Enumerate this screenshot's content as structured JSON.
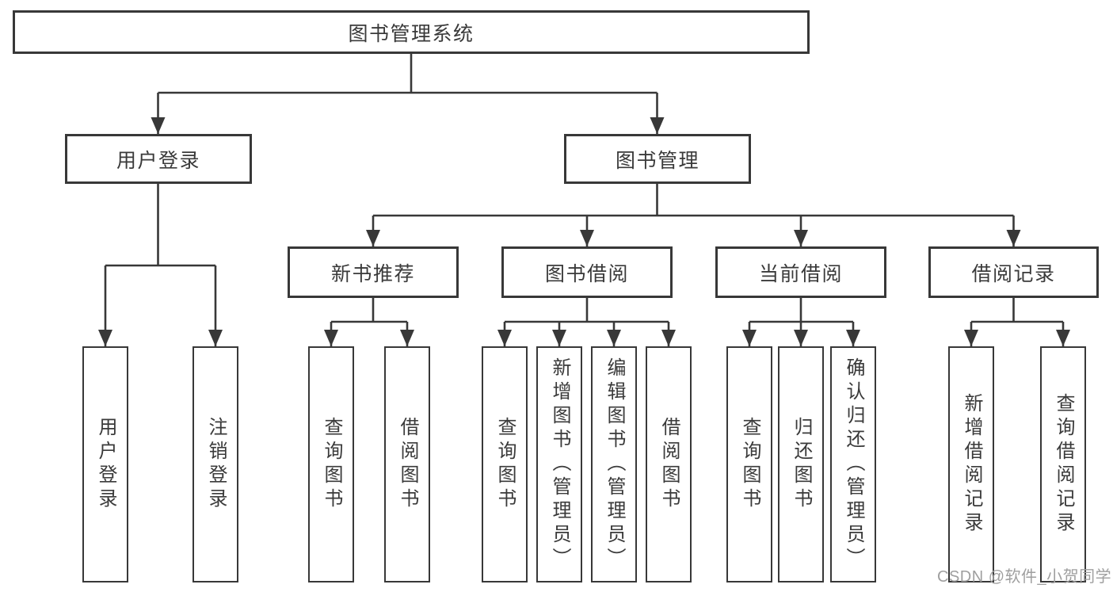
{
  "diagram": {
    "root": {
      "label": "图书管理系统"
    },
    "branches": [
      {
        "label": "用户登录",
        "children": [
          {
            "label": "用户登录"
          },
          {
            "label": "注销登录"
          }
        ]
      },
      {
        "label": "图书管理",
        "children": [
          {
            "label": "新书推荐",
            "children": [
              {
                "label": "查询图书"
              },
              {
                "label": "借阅图书"
              }
            ]
          },
          {
            "label": "图书借阅",
            "children": [
              {
                "label": "查询图书"
              },
              {
                "label": "新增图书（管理员）"
              },
              {
                "label": "编辑图书（管理员）"
              },
              {
                "label": "借阅图书"
              }
            ]
          },
          {
            "label": "当前借阅",
            "children": [
              {
                "label": "查询图书"
              },
              {
                "label": "归还图书"
              },
              {
                "label": "确认归还（管理员）"
              }
            ]
          },
          {
            "label": "借阅记录",
            "children": [
              {
                "label": "新增借阅记录"
              },
              {
                "label": "查询借阅记录"
              }
            ]
          }
        ]
      }
    ]
  },
  "watermark": {
    "text": "CSDN @软件_小贺同学"
  },
  "colors": {
    "line": "#383838",
    "text": "#3a3a3a",
    "background": "#ffffff",
    "watermark": "#9f9f9f"
  }
}
